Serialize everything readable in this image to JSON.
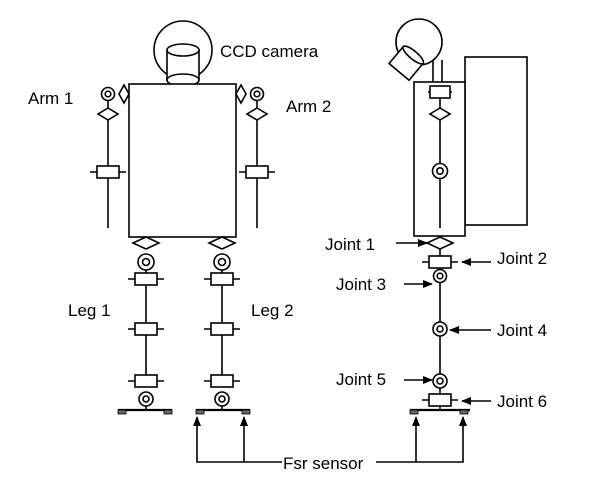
{
  "labels": {
    "ccd_camera": "CCD camera",
    "arm1": "Arm 1",
    "arm2": "Arm 2",
    "leg1": "Leg 1",
    "leg2": "Leg 2",
    "joint1": "Joint 1",
    "joint2": "Joint 2",
    "joint3": "Joint 3",
    "joint4": "Joint 4",
    "joint5": "Joint 5",
    "joint6": "Joint 6",
    "fsr_sensor": "Fsr sensor"
  },
  "colors": {
    "stroke": "#000000",
    "background": "#ffffff"
  }
}
